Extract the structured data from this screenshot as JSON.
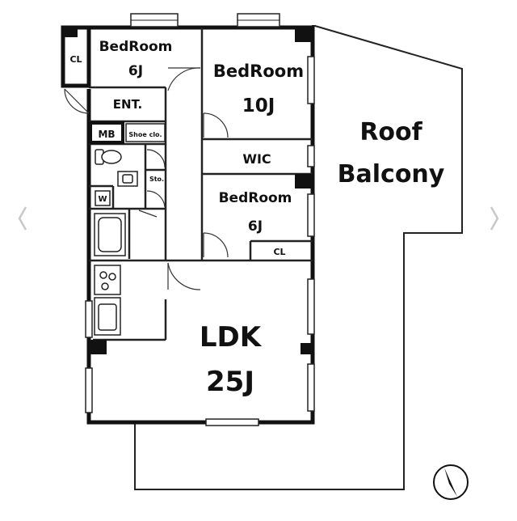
{
  "rooms": {
    "bedroom_a": {
      "name": "BedRoom",
      "size": "6J"
    },
    "bedroom_b": {
      "name": "BedRoom",
      "size": "10J"
    },
    "bedroom_c": {
      "name": "BedRoom",
      "size": "6J"
    },
    "ldk": {
      "name": "LDK",
      "size": "25J"
    },
    "roof_balcony": {
      "line1": "Roof",
      "line2": "Balcony"
    },
    "closet_a": "CL",
    "closet_c": "CL",
    "entrance": "ENT.",
    "meter_box": "MB",
    "shoe_closet": "Shoe clo.",
    "walk_in_closet": "WIC",
    "storage": "Sto.",
    "washer": "W"
  },
  "icons": {
    "north": "north-arrow-icon",
    "prev": "chevron-left-icon",
    "next": "chevron-right-icon"
  },
  "colors": {
    "wall": "#111111",
    "line": "#222222",
    "nav": "#c8c8c8"
  }
}
